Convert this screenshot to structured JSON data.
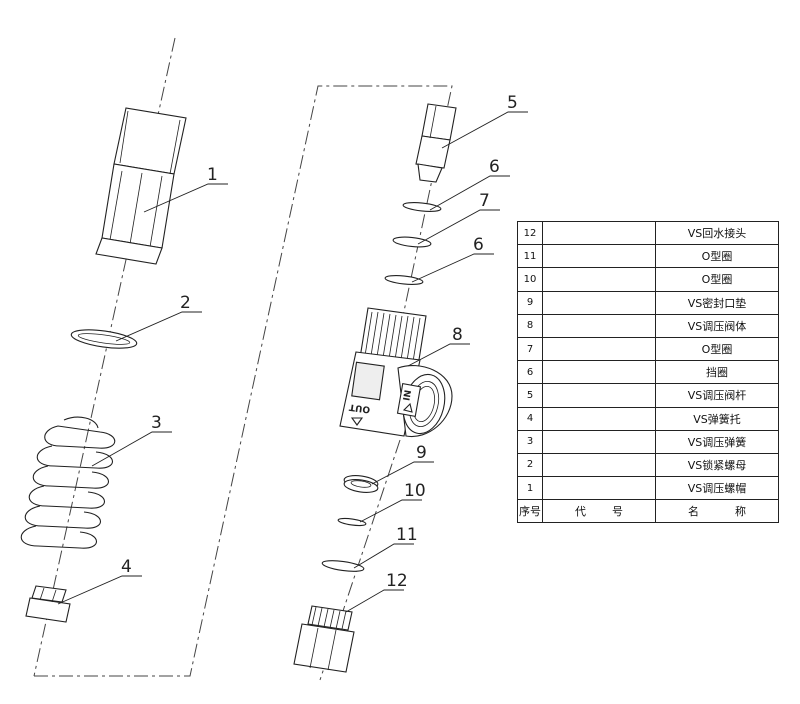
{
  "callouts": {
    "p1": "1",
    "p2": "2",
    "p3": "3",
    "p4": "4",
    "p5": "5",
    "p6a": "6",
    "p6b": "6",
    "p7": "7",
    "p8": "8",
    "p9": "9",
    "p10": "10",
    "p11": "11",
    "p12": "12"
  },
  "body_marks": {
    "out": "OUT",
    "in": "IN"
  },
  "table": {
    "rows": [
      {
        "no": "12",
        "code": "",
        "name": "VS回水接头"
      },
      {
        "no": "11",
        "code": "",
        "name": "O型圈"
      },
      {
        "no": "10",
        "code": "",
        "name": "O型圈"
      },
      {
        "no": "9",
        "code": "",
        "name": "VS密封口垫"
      },
      {
        "no": "8",
        "code": "",
        "name": "VS调压阀体"
      },
      {
        "no": "7",
        "code": "",
        "name": "O型圈"
      },
      {
        "no": "6",
        "code": "",
        "name": "挡圈"
      },
      {
        "no": "5",
        "code": "",
        "name": "VS调压阀杆"
      },
      {
        "no": "4",
        "code": "",
        "name": "VS弹簧托"
      },
      {
        "no": "3",
        "code": "",
        "name": "VS调压弹簧"
      },
      {
        "no": "2",
        "code": "",
        "name": "VS锁紧螺母"
      },
      {
        "no": "1",
        "code": "",
        "name": "VS调压螺帽"
      }
    ],
    "header": {
      "no": "序号",
      "code_a": "代",
      "code_b": "号",
      "name_a": "名",
      "name_b": "称"
    }
  }
}
